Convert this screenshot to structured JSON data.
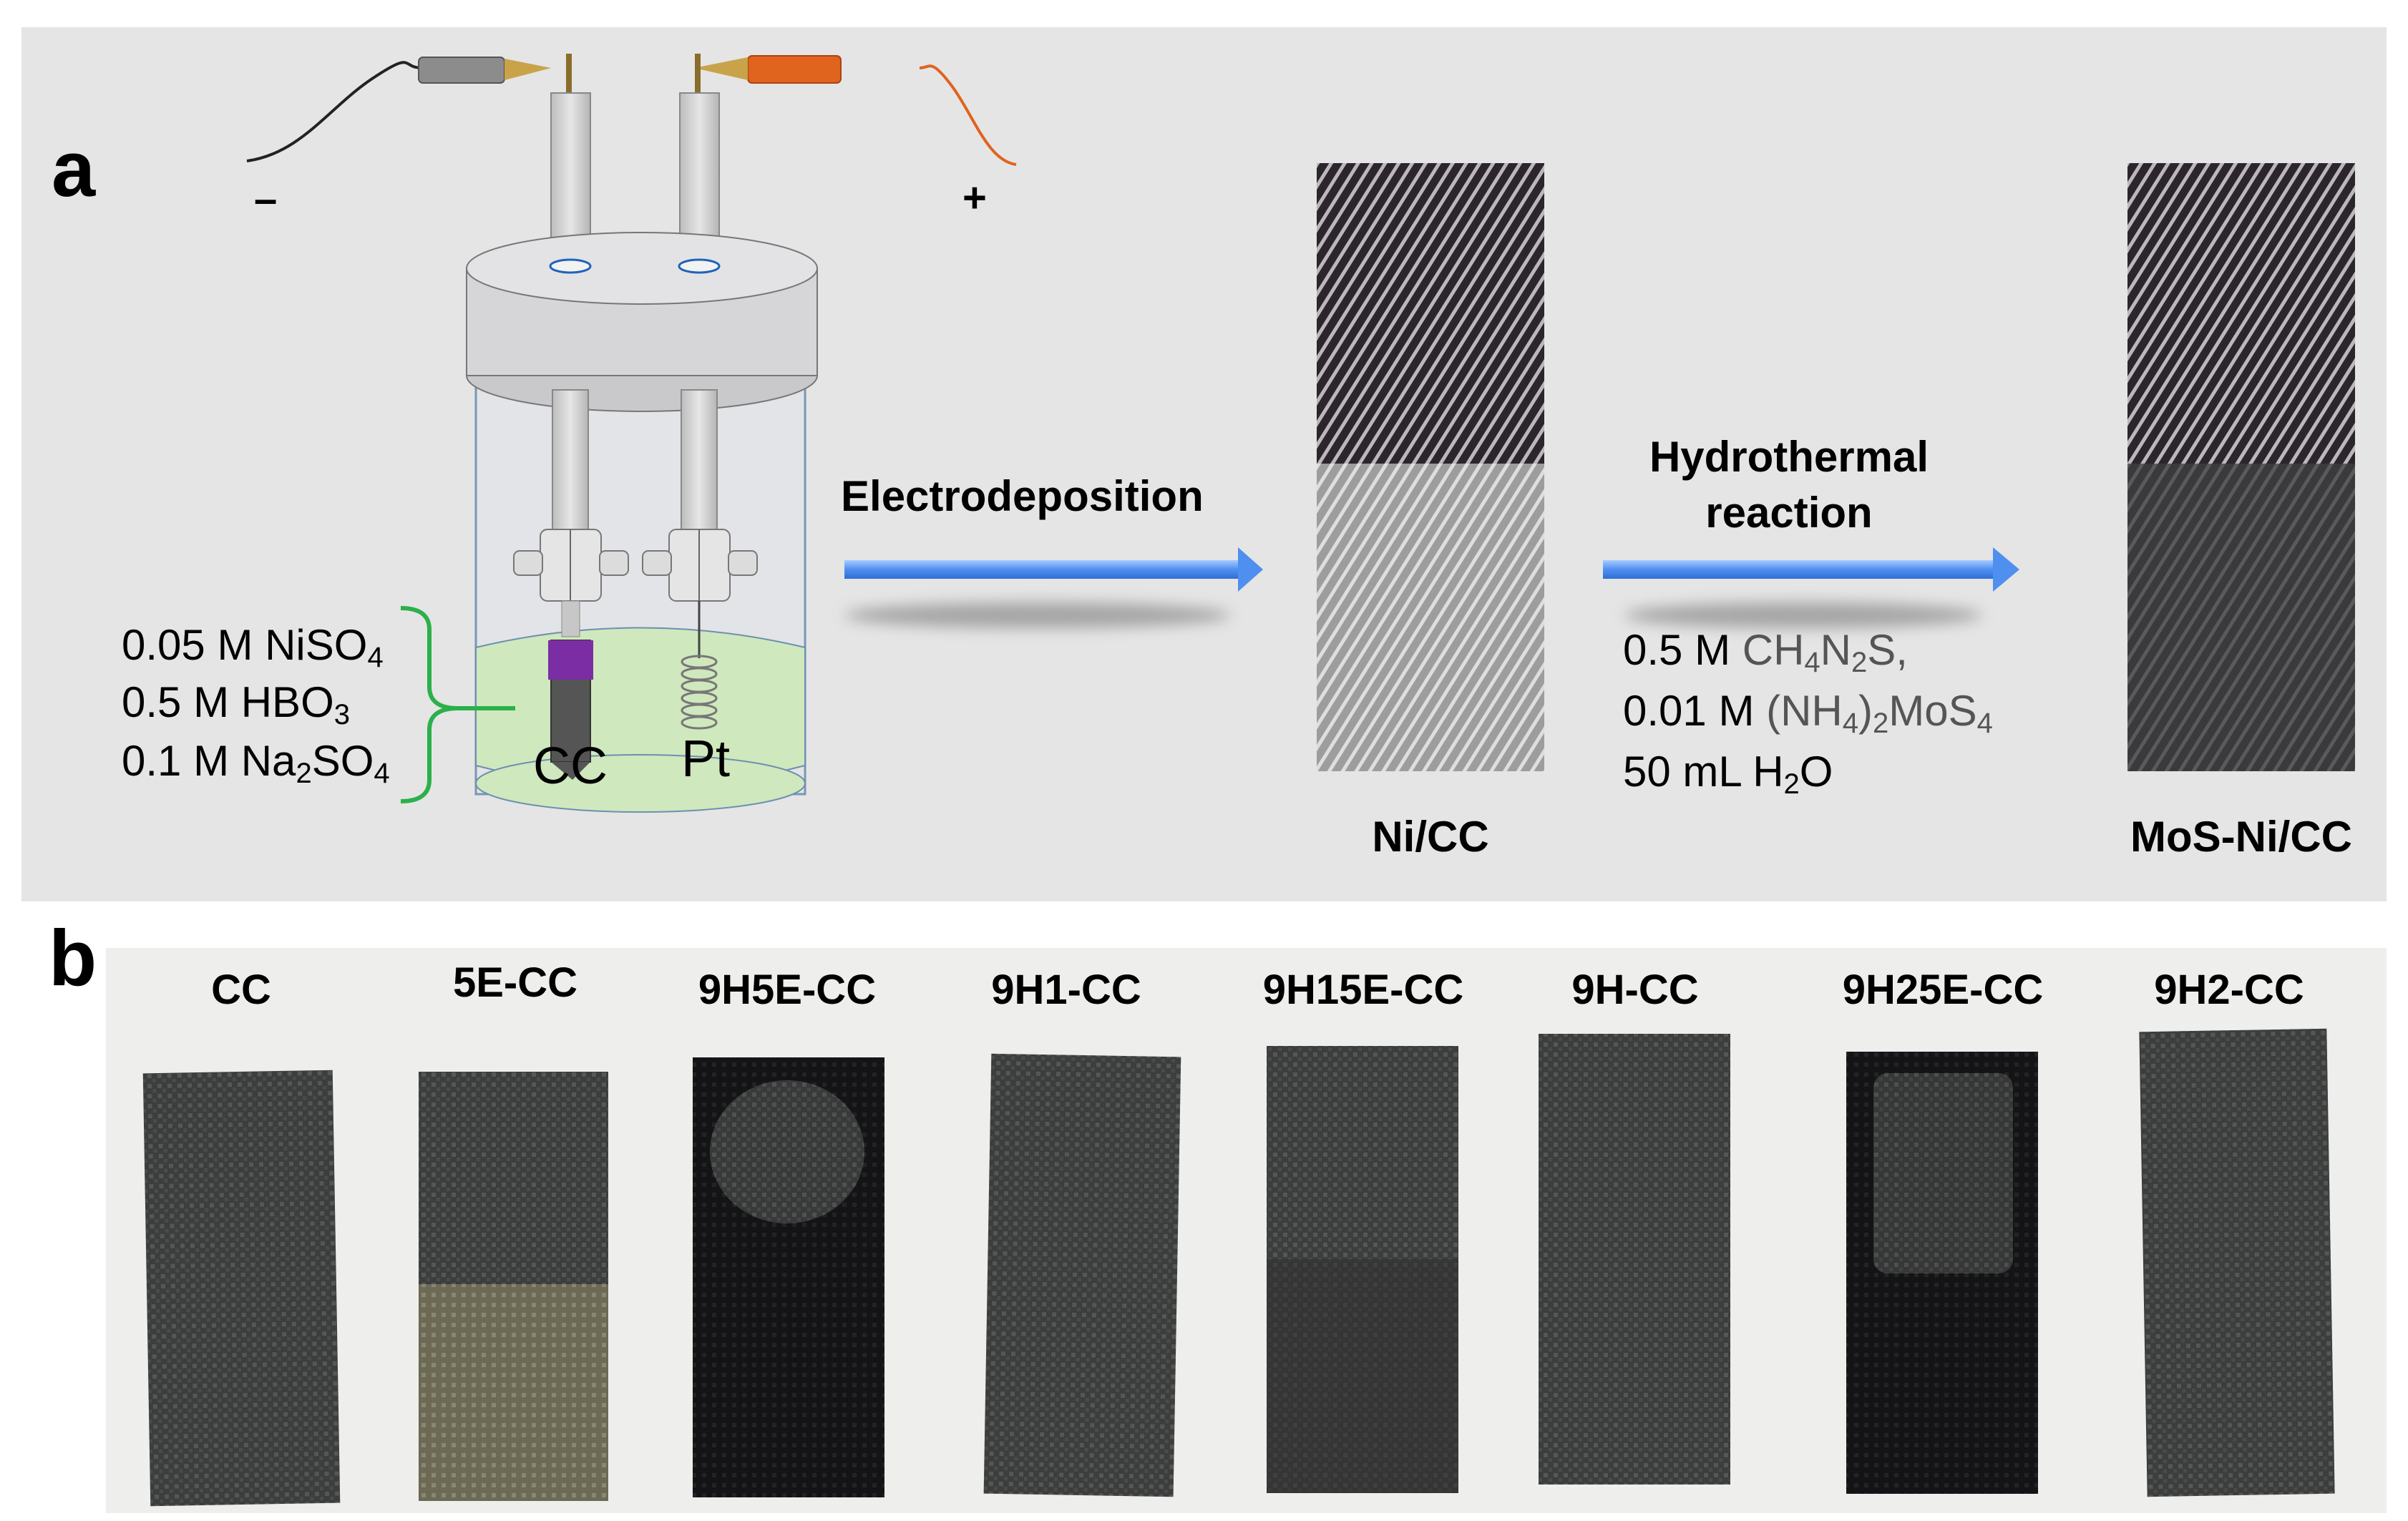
{
  "panel_a": {
    "letter": "a",
    "negative_sign": "–",
    "positive_sign": "+",
    "electrolyte": [
      {
        "pre": "0.05 M NiSO",
        "sub": "4",
        "post": ""
      },
      {
        "pre": "0.5 M HBO",
        "sub": "3",
        "post": ""
      },
      {
        "pre": "0.1 M Na",
        "sub": "2",
        "post": "SO",
        "sub2": "4"
      }
    ],
    "electrodes": {
      "working": "CC",
      "counter": "Pt"
    },
    "step1": "Electrodeposition",
    "sample1": "Ni/CC",
    "step2_line1": "Hydrothermal",
    "step2_line2": "reaction",
    "conditions": {
      "line1_a": "0.5 M ",
      "line1_b": "CH",
      "line1_s1": "4",
      "line1_c": "N",
      "line1_s2": "2",
      "line1_d": "S,",
      "line2_a": "0.01 M ",
      "line2_b": "(NH",
      "line2_s1": "4",
      "line2_c": ")",
      "line2_s2": "2",
      "line2_d": "MoS",
      "line2_s3": "4",
      "line3_a": "50 mL H",
      "line3_s1": "2",
      "line3_b": "O"
    },
    "sample2": "MoS-Ni/CC",
    "colors": {
      "bracket": "#2bb04a",
      "solution": "#cfe8bd",
      "arrow": "#4f8ff0",
      "neg_lead": "#8c8c8c",
      "pos_lead": "#e0631e",
      "clamp_band": "#7b2ea3"
    }
  },
  "panel_b": {
    "letter": "b",
    "samples": [
      "CC",
      "5E-CC",
      "9H5E-CC",
      "9H1-CC",
      "9H15E-CC",
      "9H-CC",
      "9H25E-CC",
      "9H2-CC"
    ]
  }
}
